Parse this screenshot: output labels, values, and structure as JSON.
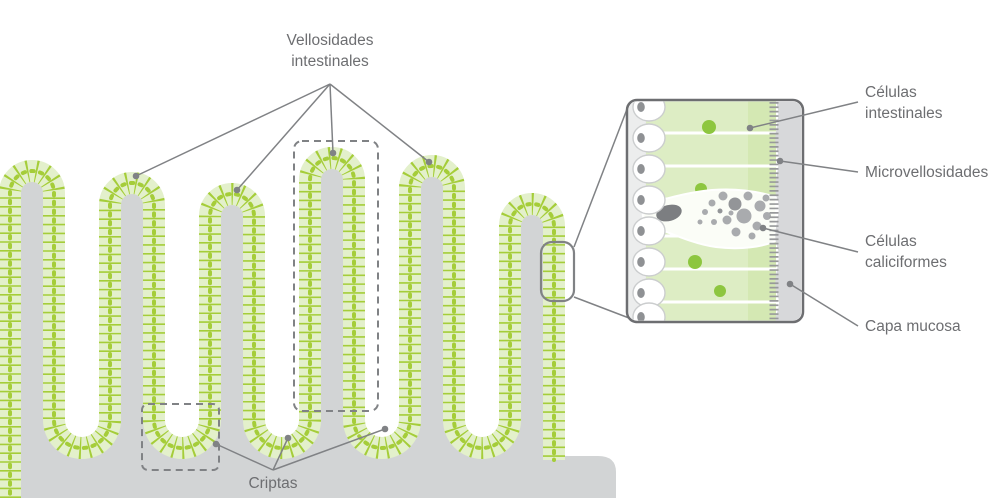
{
  "labels": {
    "villi_line1": "Vellosidades",
    "villi_line2": "intestinales",
    "crypts": "Criptas",
    "cells_line1": "Células",
    "cells_line2": "intestinales",
    "microvilli": "Microvellosidades",
    "goblet_line1": "Células",
    "goblet_line2": "caliciformes",
    "mucosa": "Capa mucosa"
  },
  "colors": {
    "tissue_gray": "#d2d4d5",
    "band_green_light": "#e3f0cb",
    "cell_green": "#a5cd39",
    "dot_green": "#8dc63f",
    "inset_cell_green": "#ddedc4",
    "line_gray": "#808285",
    "text_gray": "#6d6e71",
    "granule_gray": "#a9abae",
    "goblet_nucleus_gray": "#7c7e81",
    "nucleus_gray": "#8f9194",
    "mucosa_gray": "#d7d8da",
    "fringe_gray": "#98999b"
  }
}
